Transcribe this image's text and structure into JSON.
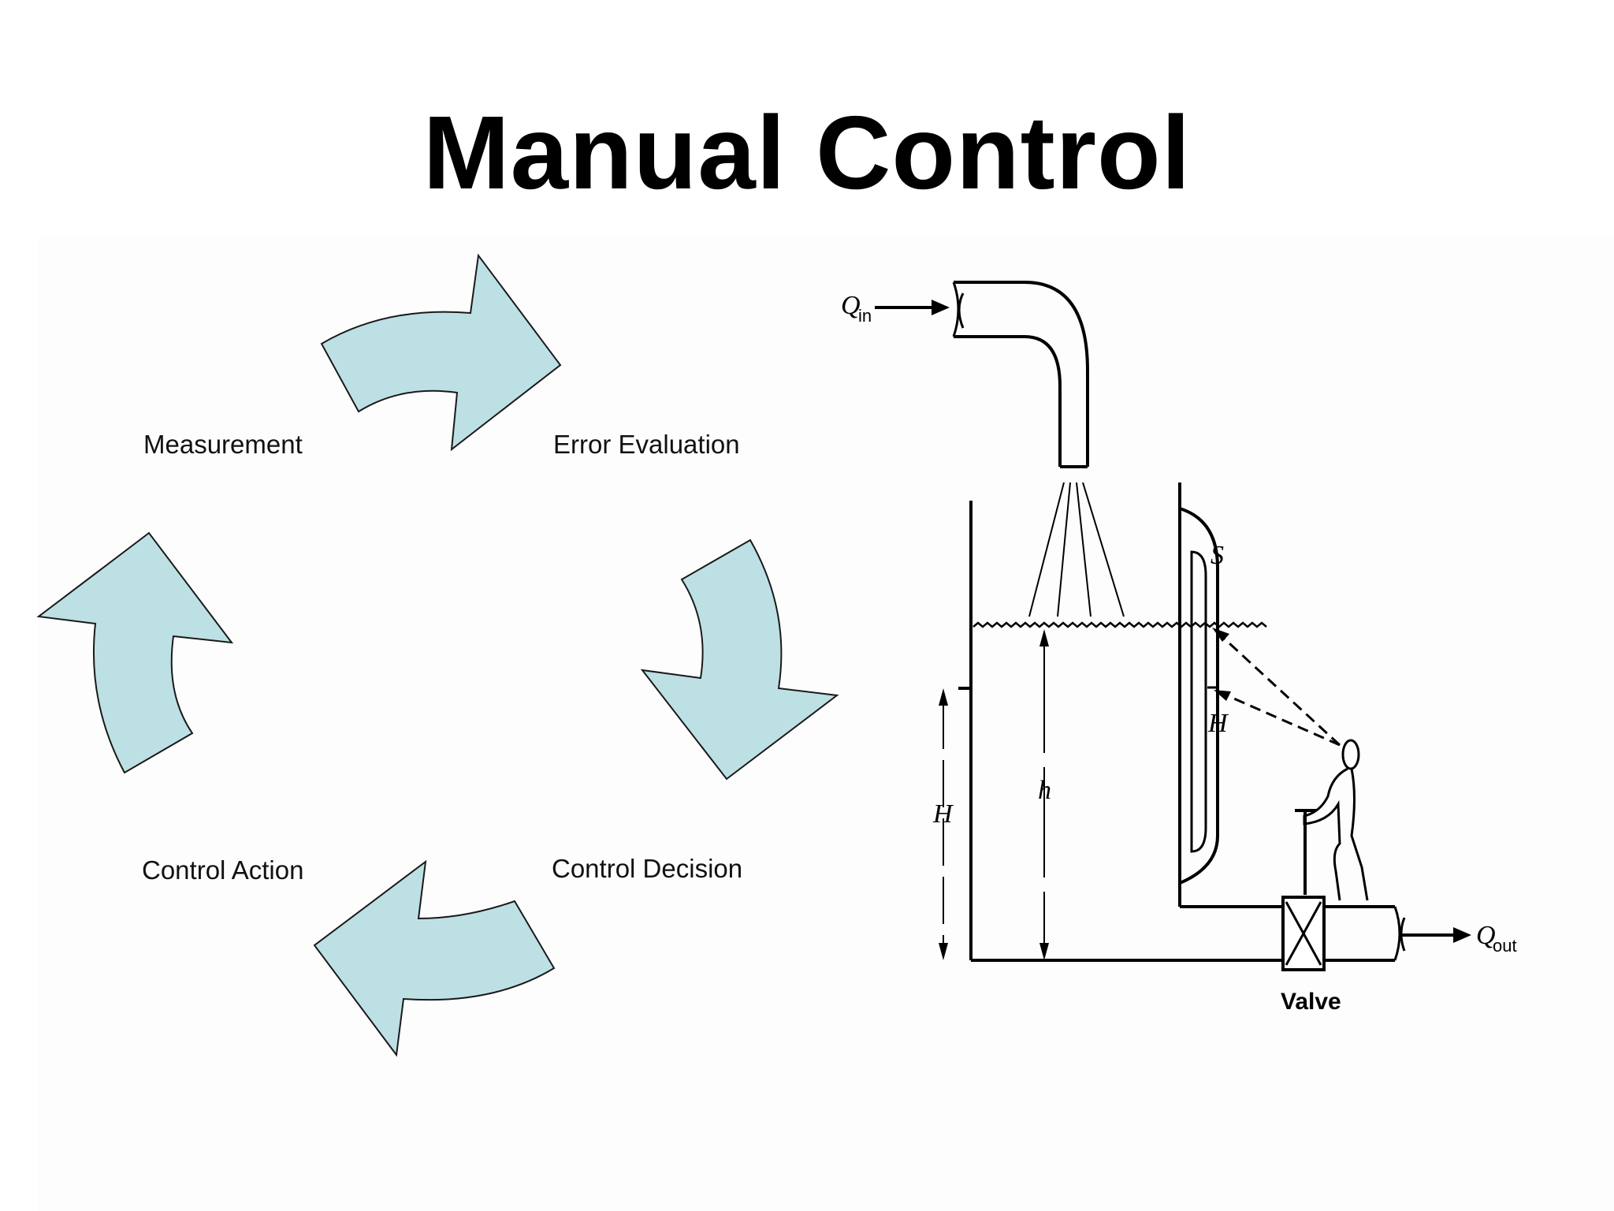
{
  "slide": {
    "title": "Manual Control"
  },
  "cycle": {
    "stages": [
      "Measurement",
      "Error Evaluation",
      "Control Decision",
      "Control Action"
    ],
    "arrow_color": "#bde0e4"
  },
  "tank_figure": {
    "inflow_symbol": "Q",
    "inflow_subscript": "in",
    "outflow_symbol": "Q",
    "outflow_subscript": "out",
    "sight_glass_label": "S",
    "setpoint_label_tank": "H",
    "setpoint_label_glass": "H",
    "level_label": "h",
    "valve_label": "Valve"
  }
}
